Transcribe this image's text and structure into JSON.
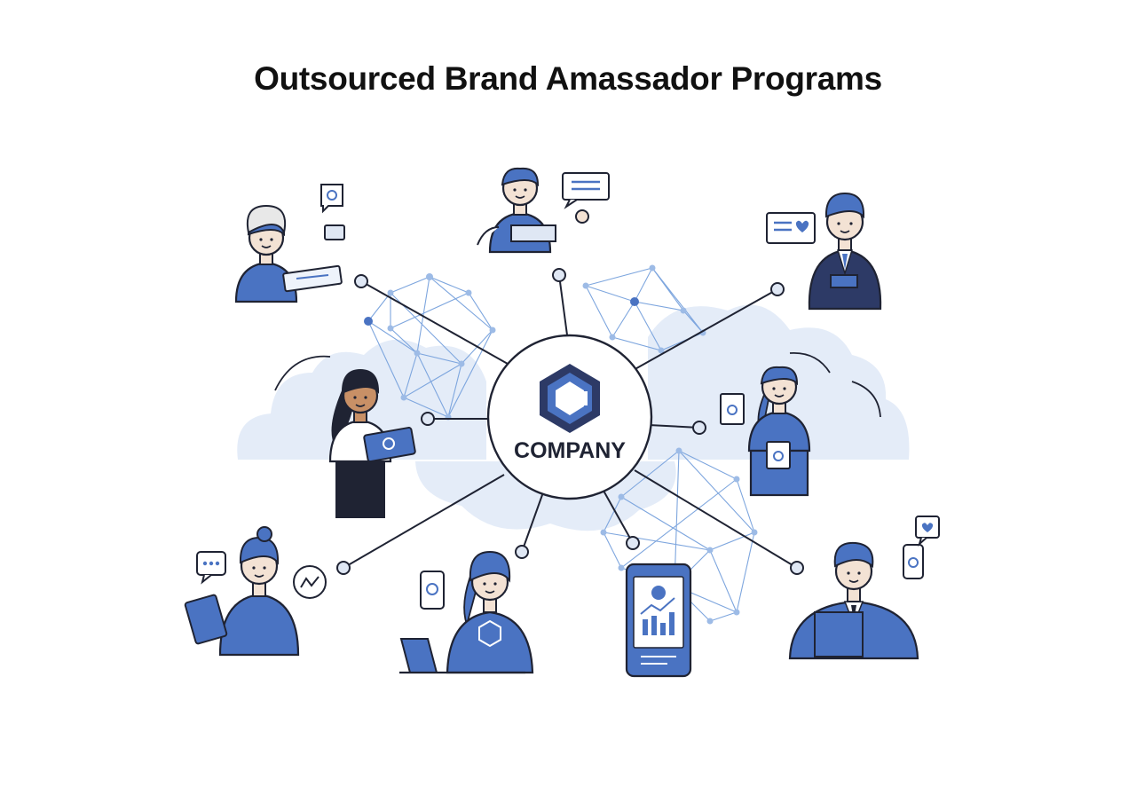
{
  "title": "Outsourced Brand Amassador Programs",
  "hub": {
    "label": "COMPANY",
    "logo": "hexagon-c-logo"
  },
  "ambassadors": [
    {
      "role": "senior-ambassador-with-card",
      "icon": "chat-bubble-icon"
    },
    {
      "role": "ambassador-with-package",
      "icon": "message-bubble-icon"
    },
    {
      "role": "suited-ambassador-with-card",
      "icon": "heart-message-icon"
    },
    {
      "role": "ambassador-with-tablet"
    },
    {
      "role": "ambassador-with-shopping-bags"
    },
    {
      "role": "ambassador-with-clipboard",
      "icon": "typing-bubble-icon"
    },
    {
      "role": "ambassador-with-phone-and-laptop"
    },
    {
      "role": "analytics-tablet",
      "icon": "bar-chart-icon"
    },
    {
      "role": "ambassador-with-phone",
      "icon": "heart-bubble-icon"
    }
  ],
  "colors": {
    "accent": "#4a73c2",
    "accent_dark": "#2f4f8f",
    "navy": "#2d3a66",
    "ink": "#1f2333",
    "cloud": "#e4ecf8",
    "network": "#7ea6de"
  }
}
